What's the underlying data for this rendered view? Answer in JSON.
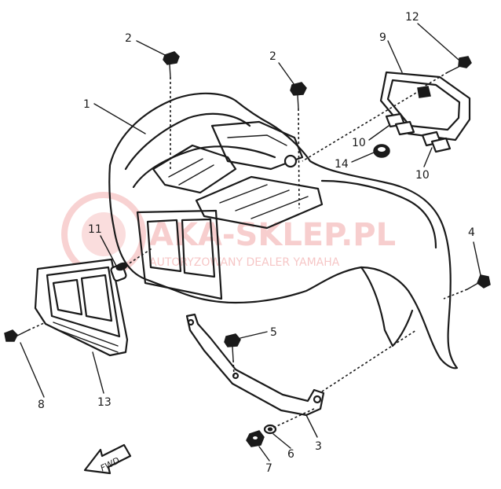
{
  "watermark": {
    "brand": "AKA-SKLEP.PL",
    "tagline": "AUTORYZOWANY DEALER YAMAHA"
  },
  "front_label": "FWD",
  "parts": [
    {
      "id": "p1",
      "number": "1"
    },
    {
      "id": "p2a",
      "number": "2"
    },
    {
      "id": "p2b",
      "number": "2"
    },
    {
      "id": "p3",
      "number": "3"
    },
    {
      "id": "p4",
      "number": "4"
    },
    {
      "id": "p5",
      "number": "5"
    },
    {
      "id": "p6",
      "number": "6"
    },
    {
      "id": "p7",
      "number": "7"
    },
    {
      "id": "p8",
      "number": "8"
    },
    {
      "id": "p9",
      "number": "9"
    },
    {
      "id": "p10a",
      "number": "10"
    },
    {
      "id": "p10b",
      "number": "10"
    },
    {
      "id": "p11",
      "number": "11"
    },
    {
      "id": "p12",
      "number": "12"
    },
    {
      "id": "p13",
      "number": "13"
    },
    {
      "id": "p14",
      "number": "14"
    }
  ]
}
